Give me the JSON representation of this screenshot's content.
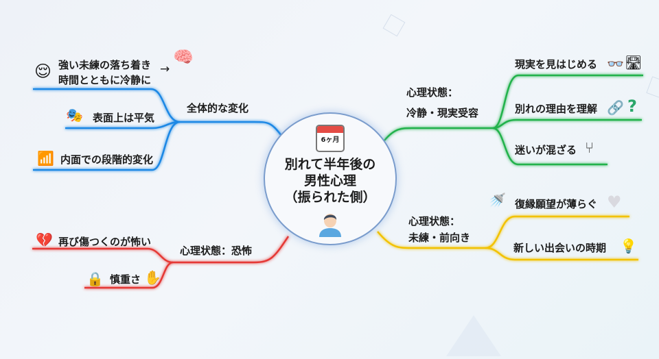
{
  "center": {
    "calendar_label": "6ヶ月",
    "title_lines": [
      "別れて半年後の",
      "男性心理",
      "（振られた側）"
    ]
  },
  "branches": {
    "overall": {
      "label": "全体的な変化",
      "color": "#1e88e5",
      "items": [
        {
          "lines": [
            "強い未練の落ち着き",
            "時間とともに冷静に"
          ],
          "arrow": "→",
          "icons": [
            "relieved-face-icon",
            "brain-gears-icon"
          ]
        },
        {
          "label": "表面上は平気",
          "icons": [
            "mask-icon"
          ]
        },
        {
          "label": "内面での段階的変化",
          "icons": [
            "stairs-up-icon"
          ]
        }
      ]
    },
    "calm": {
      "label_lines": [
        "心理状態：",
        "冷静・現実受容"
      ],
      "color": "#22b24c",
      "items": [
        {
          "label": "現実を見はじめる",
          "icons": [
            "glasses-icon",
            "road-icon"
          ]
        },
        {
          "label": "別れの理由を理解",
          "icons": [
            "broken-chain-icon",
            "question-icon"
          ]
        },
        {
          "label": "迷いが混ざる",
          "icons": [
            "split-arrow-icon"
          ]
        }
      ]
    },
    "forward": {
      "label_lines": [
        "心理状態：",
        "未練・前向き"
      ],
      "color": "#f2c200",
      "items": [
        {
          "label": "復縁願望が薄らぐ",
          "icons": [
            "watering-can-icon",
            "fading-heart-icon"
          ]
        },
        {
          "label": "新しい出会いの時期",
          "icons": [
            "lightbulb-icon"
          ]
        }
      ]
    },
    "fear": {
      "label": "心理状態：恐怖",
      "color": "#e53935",
      "items": [
        {
          "label": "再び傷つくのが怖い",
          "icons": [
            "broken-heart-icon"
          ]
        },
        {
          "label": "慎重さ",
          "icons": [
            "lock-icon",
            "stop-hand-icon"
          ]
        }
      ]
    }
  }
}
